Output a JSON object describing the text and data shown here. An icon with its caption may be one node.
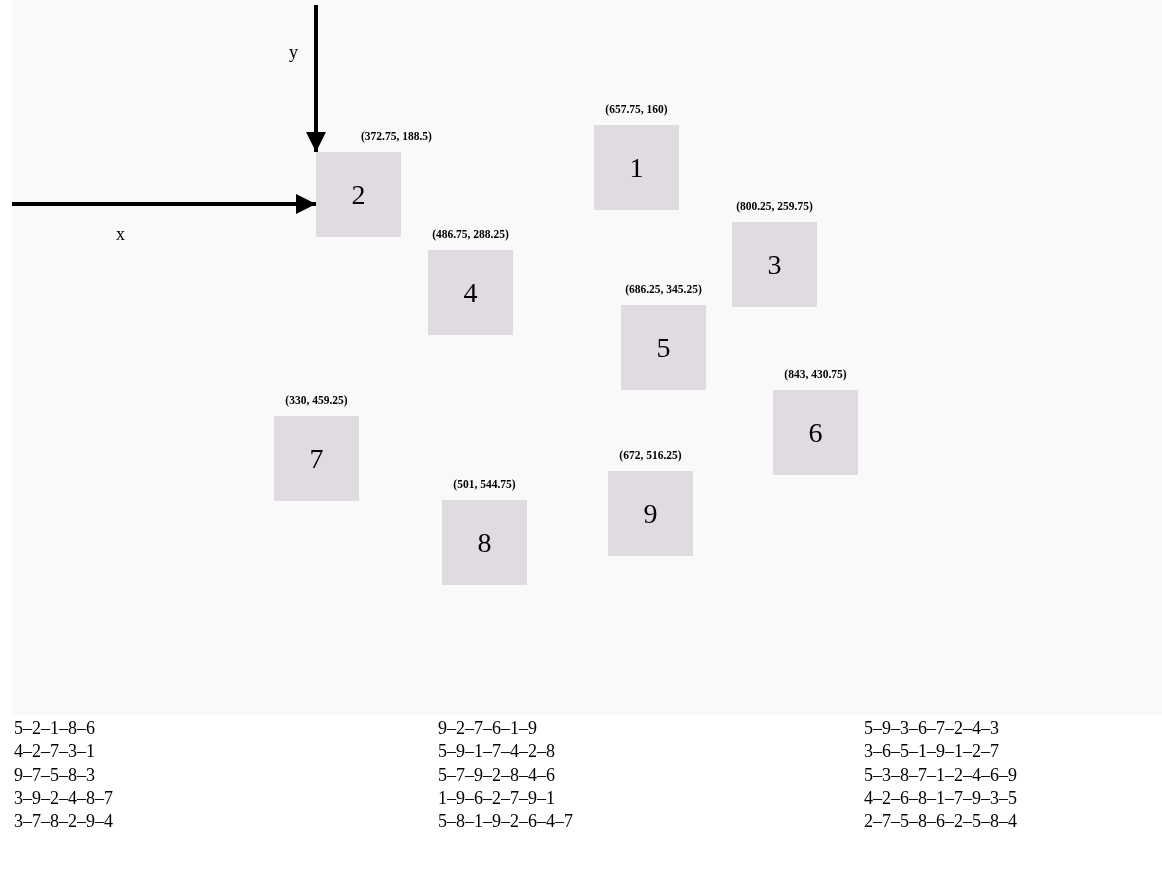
{
  "diagram": {
    "nodes": [
      {
        "text": [
          "1"
        ],
        "beside": [
          "(657.75, 160)"
        ]
      },
      {
        "text": [
          "2"
        ],
        "beside": [
          "(372.75, 188.5)"
        ]
      },
      {
        "text": [
          "3"
        ],
        "beside": [
          "(800.25, 259.75)"
        ]
      },
      {
        "text": [
          "4"
        ],
        "beside": [
          "(486.75, 288.25)"
        ]
      },
      {
        "text": [
          "5"
        ],
        "beside": [
          "(686.25, 345.25)"
        ]
      },
      {
        "text": [
          "6"
        ],
        "beside": [
          "(843, 430.75)"
        ]
      },
      {
        "text": [
          "7"
        ],
        "beside": [
          "(330, 459.25)"
        ]
      },
      {
        "text": [
          "8"
        ],
        "beside": [
          "(501, 544.75)"
        ]
      },
      {
        "text": [
          "9"
        ],
        "beside": [
          "(672, 516.25)"
        ]
      }
    ],
    "edges": [
      {
        "from": null,
        "to": 1,
        "arrow": "to",
        "label": "y"
      },
      {
        "from": null,
        "to": 1,
        "arrow": "to",
        "label": "x"
      }
    ],
    "labels": [
      "5–2–1–8–6",
      "9–2–7–6–1–9",
      "5–9–3–6–7–2–4–3",
      "4–2–7–3–1",
      "5–9–1–7–4–2–8",
      "3–6–5–1–9–1–2–7",
      "9–7–5–8–3",
      "5–7–9–2–8–4–6",
      "5–3–8–7–1–2–4–6–9",
      "3–9–2–4–8–7",
      "1–9–6–2–7–9–1",
      "4–2–6–8–1–7–9–3–5",
      "3–7–8–2–9–4",
      "5–8–1–9–2–6–4–7",
      "2–7–5–8–6–2–5–8–4"
    ]
  }
}
